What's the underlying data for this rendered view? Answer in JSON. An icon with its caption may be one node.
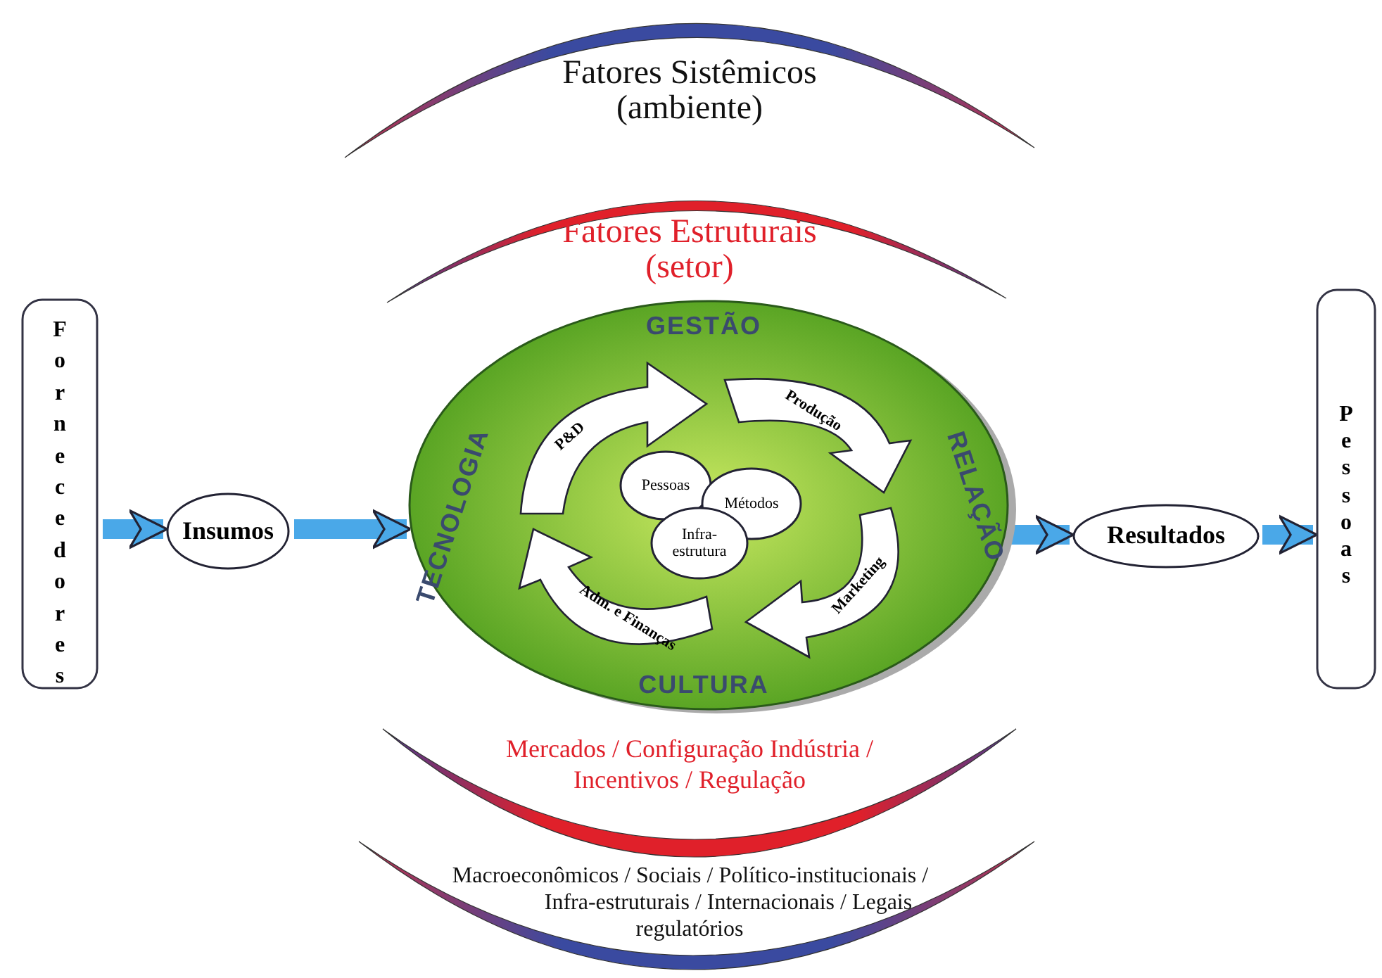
{
  "diagram": {
    "nodes": [
      {
        "text": [
          "Fornecedores"
        ]
      },
      {
        "text": [
          "Insumos"
        ]
      },
      {
        "text": [
          "GESTÃO",
          "TECNOLOGIA",
          "RELAÇÃO",
          "CULTURA"
        ]
      },
      {
        "text": [
          "P&D"
        ],
        "in": 2
      },
      {
        "text": [
          "Produção"
        ],
        "in": 2
      },
      {
        "text": [
          "Marketing"
        ],
        "in": 2
      },
      {
        "text": [
          "Adm. e Finanças"
        ],
        "in": 2
      },
      {
        "text": [
          "Pessoas"
        ],
        "in": 2
      },
      {
        "text": [
          "Métodos"
        ],
        "in": 2
      },
      {
        "text": [
          "Infra-estrutura"
        ],
        "in": 2
      },
      {
        "text": [
          "Resultados"
        ]
      },
      {
        "text": [
          "Pessoas"
        ]
      }
    ],
    "edges": [
      {
        "from": 0,
        "to": 1,
        "arrow": "to"
      },
      {
        "from": 1,
        "to": 2,
        "arrow": "to"
      },
      {
        "from": 2,
        "to": 10,
        "arrow": "to"
      },
      {
        "from": 10,
        "to": 11,
        "arrow": "to"
      }
    ],
    "labels": [
      "Fatores Sistêmicos (ambiente)",
      "Fatores Estruturais (setor)",
      "Mercados / Configuração Indústria / Incentivos / Regulação",
      "Macroeconômicos / Sociais / Político-institucionais / Infra-estruturais / Internacionais / Legais regulatórios"
    ]
  }
}
